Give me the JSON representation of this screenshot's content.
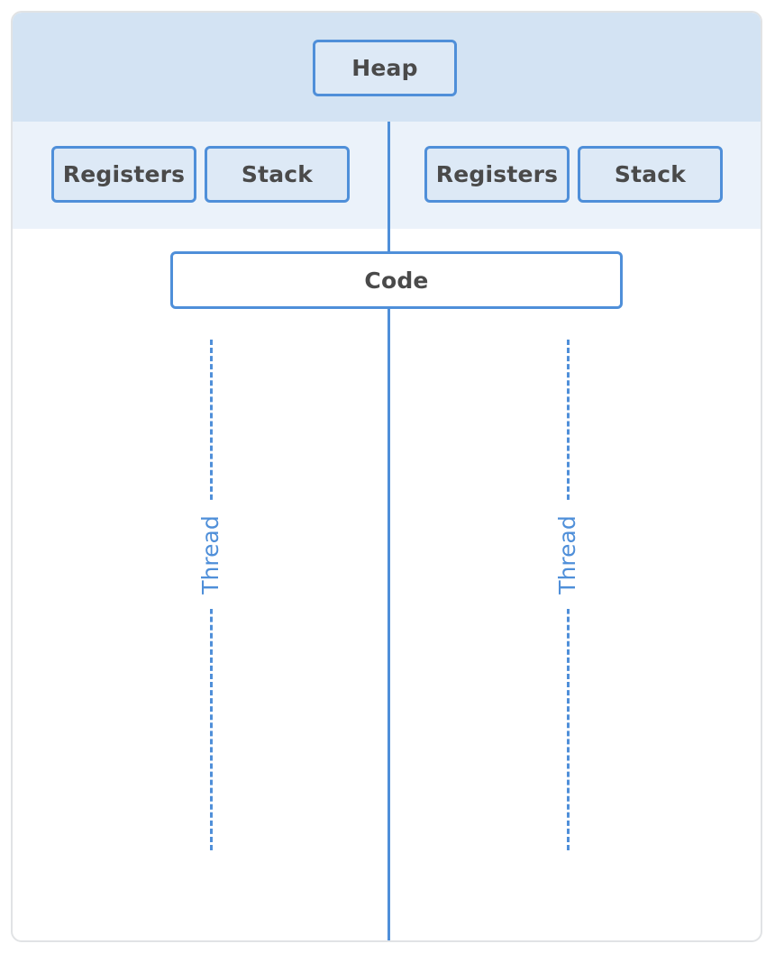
{
  "heap": {
    "label": "Heap"
  },
  "threads": [
    {
      "registers": "Registers",
      "stack": "Stack",
      "label": "Thread"
    },
    {
      "registers": "Registers",
      "stack": "Stack",
      "label": "Thread"
    }
  ],
  "code": {
    "label": "Code"
  },
  "colors": {
    "accent": "#4f8fd9",
    "heap_band": "#d3e3f3",
    "registers_band": "#ebf2fa",
    "box_text": "#4a4a4a"
  }
}
